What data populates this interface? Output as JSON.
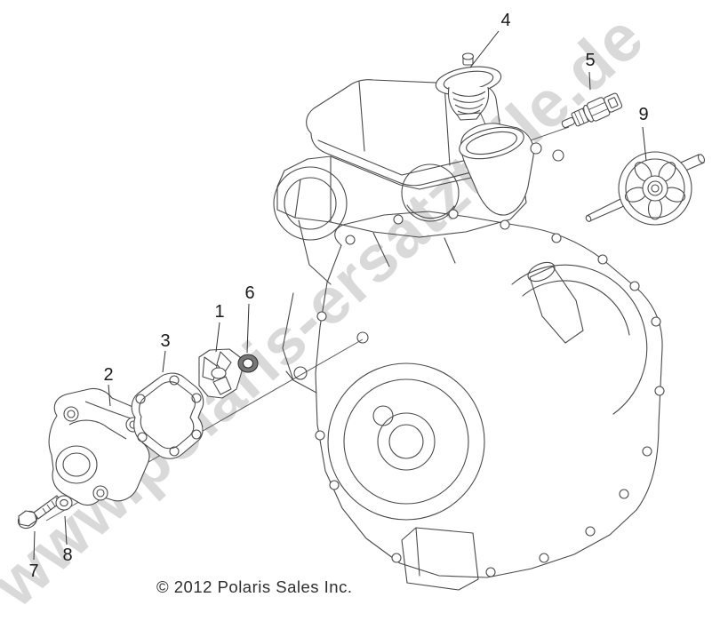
{
  "diagram": {
    "watermark_text": "www.polaris-ersatzteile.de",
    "copyright_text": "© 2012 Polaris Sales Inc.",
    "callouts": {
      "1": "1",
      "2": "2",
      "3": "3",
      "4": "4",
      "5": "5",
      "6": "6",
      "7": "7",
      "8": "8",
      "9": "9"
    },
    "colors": {
      "background": "#ffffff",
      "line_art": "#4a4a4a",
      "leader_line": "#2e2e2e",
      "watermark": "#d9d9d9",
      "label_text": "#1a1a1a",
      "seal_fill": "#777777"
    }
  }
}
